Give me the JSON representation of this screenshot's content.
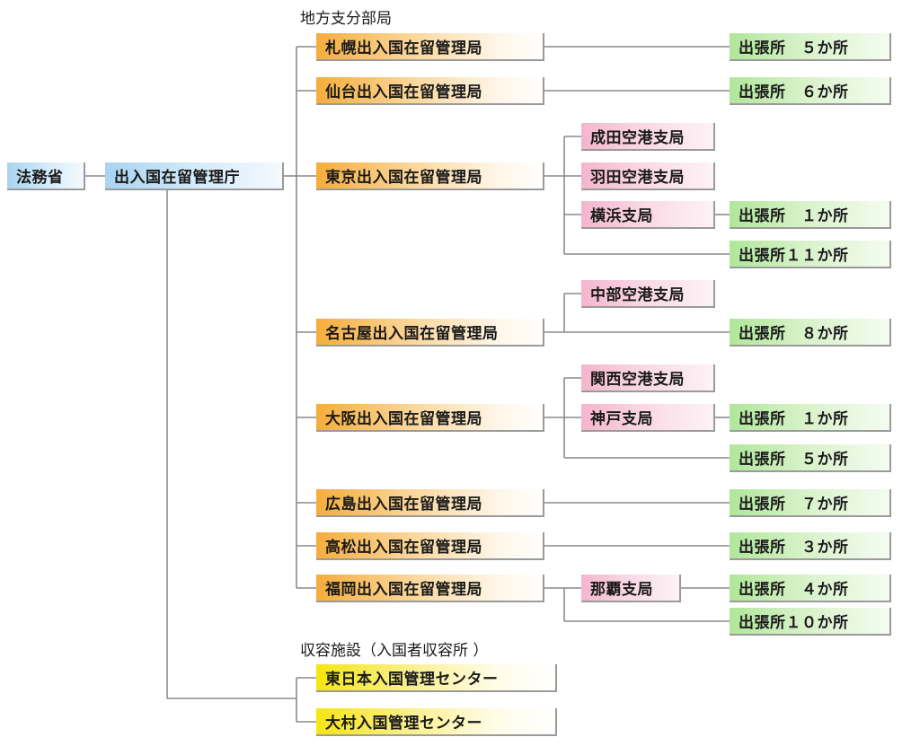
{
  "root": {
    "label": "法務省"
  },
  "agency": {
    "label": "出入国在留管理庁"
  },
  "sections": {
    "regional": "地方支分部局",
    "detention": "収容施設（入国者収容所 ）"
  },
  "bureaus": [
    {
      "label": "札幌出入国在留管理局",
      "offices": "出張所　５か所"
    },
    {
      "label": "仙台出入国在留管理局",
      "offices": "出張所　６か所"
    },
    {
      "label": "東京出入国在留管理局",
      "offices": "出張所１１か所",
      "branches": [
        "成田空港支局",
        "羽田空港支局",
        "横浜支局"
      ],
      "branch_offices": "出張所　１か所"
    },
    {
      "label": "名古屋出入国在留管理局",
      "offices": "出張所　８か所",
      "branches": [
        "中部空港支局"
      ]
    },
    {
      "label": "大阪出入国在留管理局",
      "offices": "出張所　５か所",
      "branches": [
        "関西空港支局",
        "神戸支局"
      ],
      "branch_offices": "出張所　１か所"
    },
    {
      "label": "広島出入国在留管理局",
      "offices": "出張所　７か所"
    },
    {
      "label": "高松出入国在留管理局",
      "offices": "出張所　３か所"
    },
    {
      "label": "福岡出入国在留管理局",
      "offices": "出張所１０か所",
      "branches": [
        "那覇支局"
      ],
      "branch_offices": "出張所　４か所"
    }
  ],
  "detention_centers": [
    "東日本入国管理センター",
    "大村入国管理センター"
  ],
  "colors": {
    "ministry": "#a9d3f0",
    "bureau": "#f5ad3c",
    "branch": "#f4b5cd",
    "office": "#b0e69a",
    "center": "#f5e612",
    "connector": "#8a8a8a"
  }
}
